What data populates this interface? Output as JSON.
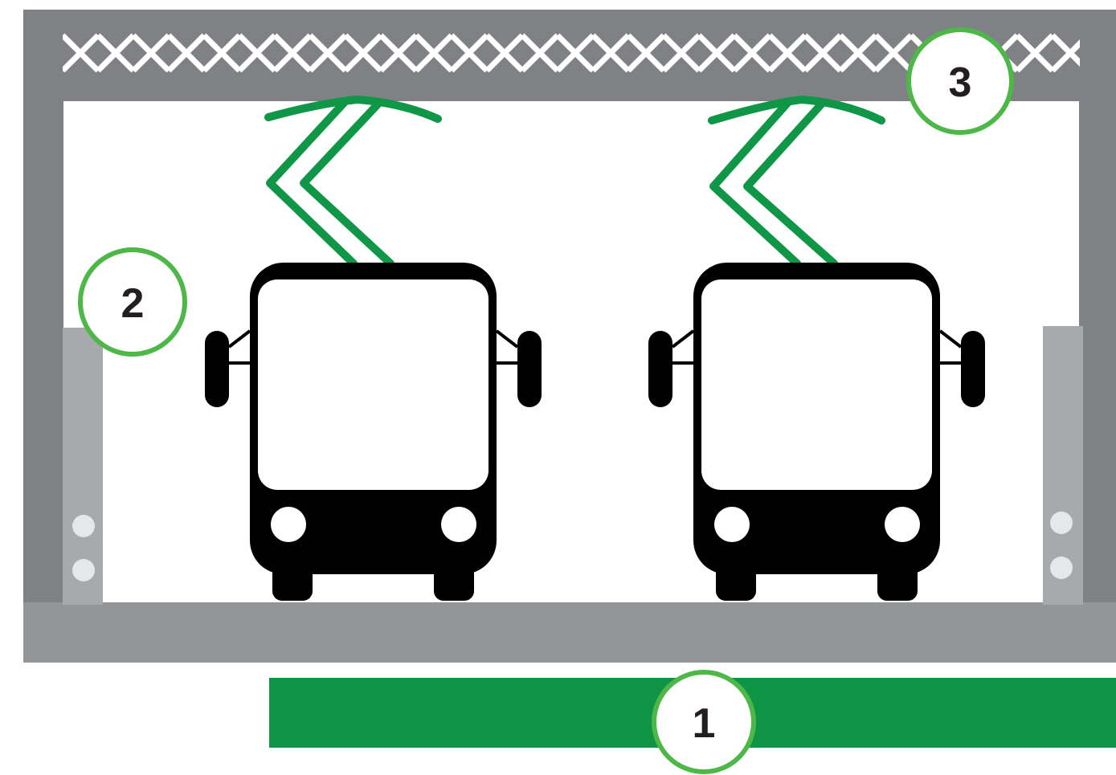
{
  "colors": {
    "frame": "#808184",
    "truss_bg": "#808184",
    "truss_line": "#ffffff",
    "ground": "#939598",
    "pillar": "#a7a9ac",
    "pillar_light": "#e6e7e8",
    "bus": "#000000",
    "pantograph": "#0f9647",
    "strip": "#0f9345",
    "marker_ring": "#4db848",
    "marker_fill": "#ffffff",
    "marker_text": "#231f20"
  },
  "icons": {
    "bus": "bus-front-icon",
    "pantograph": "pantograph-icon",
    "charging_strip": "charging-strip-bar",
    "mast": "charging-mast"
  },
  "markers": [
    {
      "id": "marker-1",
      "label": "1"
    },
    {
      "id": "marker-2",
      "label": "2"
    },
    {
      "id": "marker-3",
      "label": "3"
    }
  ]
}
